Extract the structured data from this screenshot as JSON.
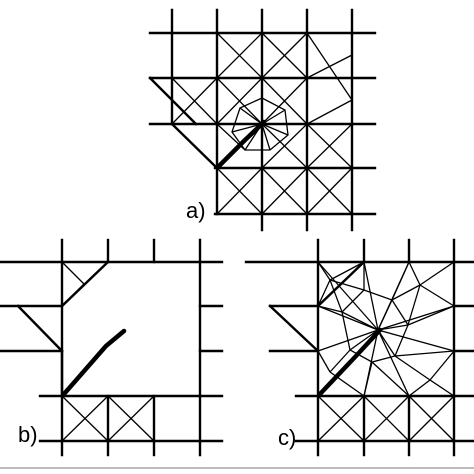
{
  "panels": [
    {
      "id": "a",
      "label": "a)"
    },
    {
      "id": "b",
      "label": "b)"
    },
    {
      "id": "c",
      "label": "c)"
    }
  ]
}
